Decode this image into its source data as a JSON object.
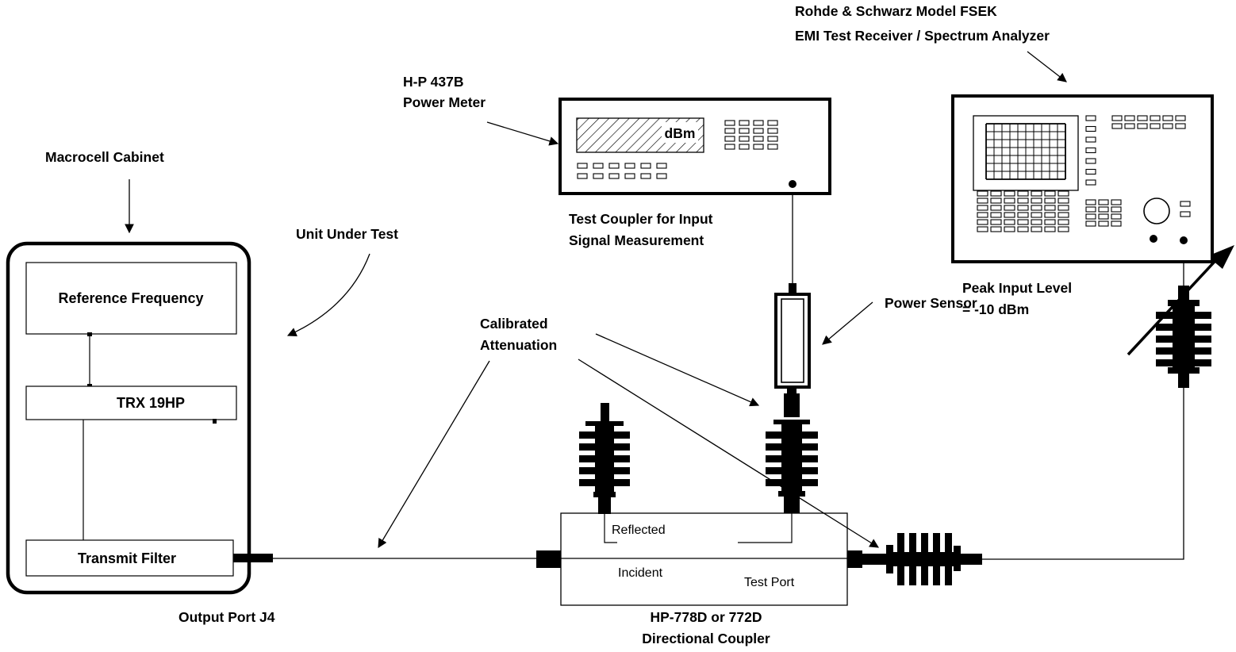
{
  "labels": {
    "rs_model": "Rohde & Schwarz Model FSEK",
    "rs_desc": "EMI Test Receiver / Spectrum Analyzer",
    "hp437_model": "H-P 437B",
    "hp437_desc": "Power Meter",
    "macrocell": "Macrocell Cabinet",
    "uut": "Unit Under Test",
    "test_coupler_1": "Test Coupler for Input",
    "test_coupler_2": "Signal Measurement",
    "peak_level_1": "Peak Input Level",
    "peak_level_2": "= -10 dBm",
    "cal_atten_1": "Calibrated",
    "cal_atten_2": "Attenuation",
    "power_sensor": "Power Sensor",
    "output_port": "Output Port J4",
    "coupler_model": "HP-778D or 772D",
    "coupler_desc": "Directional Coupler"
  },
  "cabinet": {
    "reference_frequency": "Reference Frequency",
    "trx": "TRX 19HP",
    "transmit_filter": "Transmit Filter"
  },
  "coupler": {
    "reflected": "Reflected",
    "incident": "Incident",
    "test_port": "Test Port"
  },
  "power_meter": {
    "display_unit": "dBm"
  }
}
